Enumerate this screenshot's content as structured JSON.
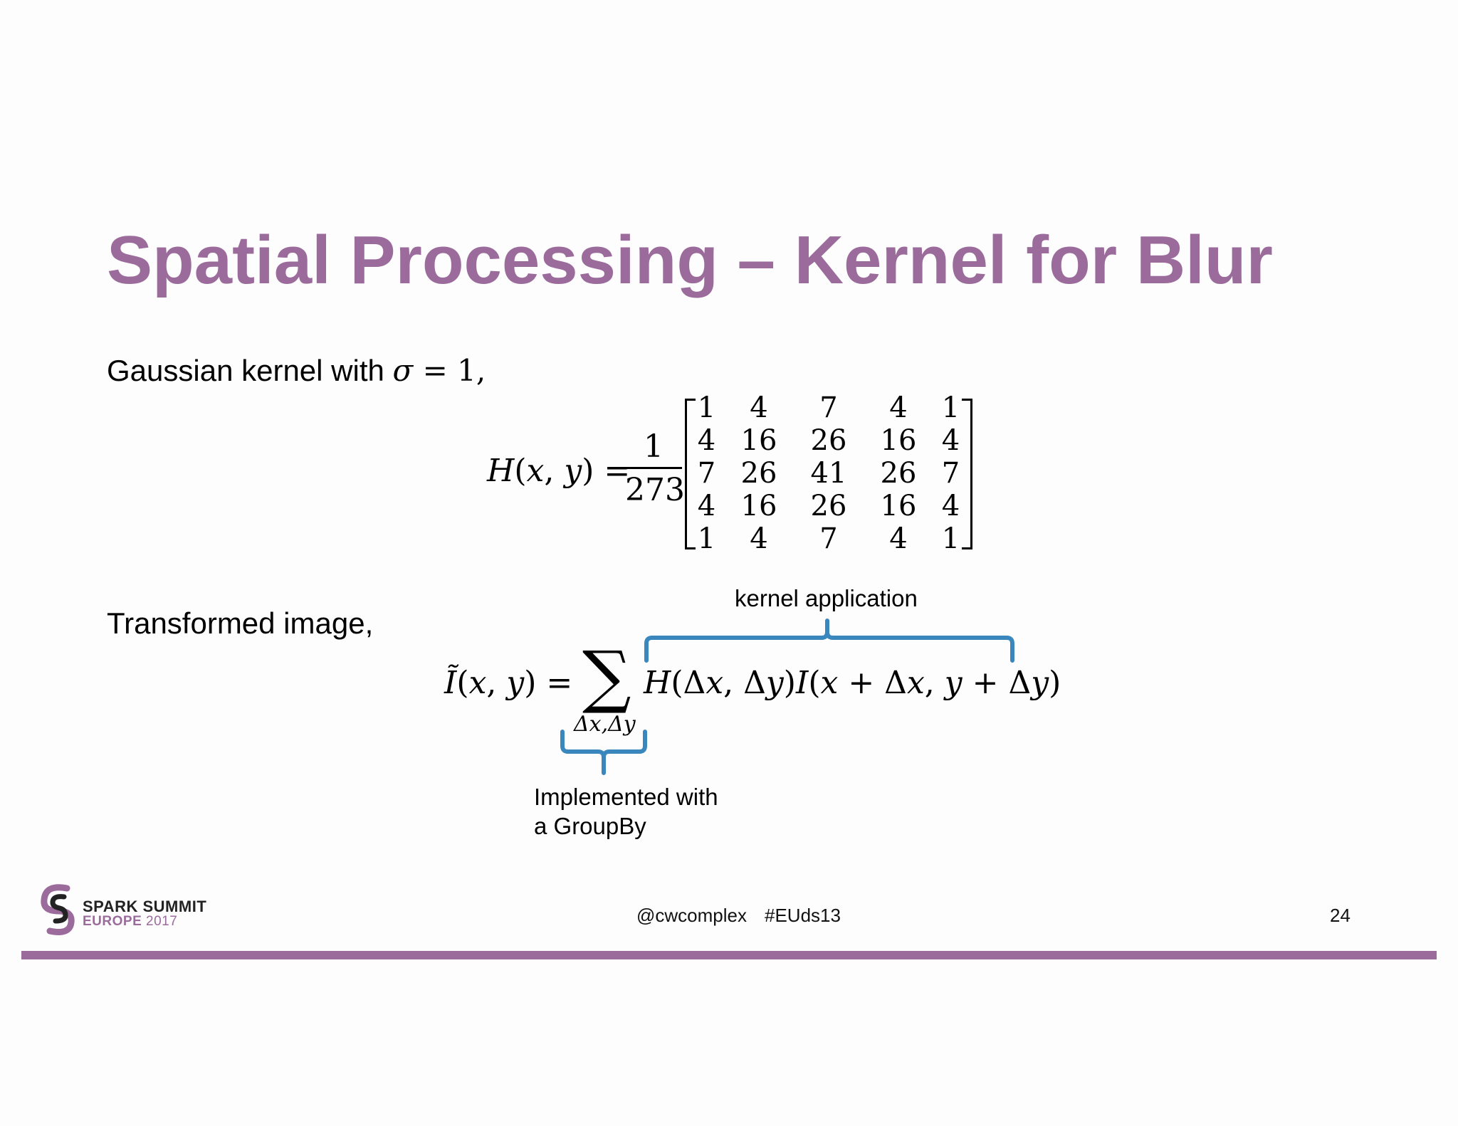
{
  "slide": {
    "title": "Spatial Processing – Kernel for Blur",
    "intro_text": "Gaussian kernel with",
    "sigma_expr": "= 1,",
    "kernel_lhs": "= ",
    "kernel_numerator": "1",
    "kernel_denominator": "273",
    "kernel_matrix": [
      [
        "1",
        "4",
        "7",
        "4",
        "1"
      ],
      [
        "4",
        "16",
        "26",
        "16",
        "4"
      ],
      [
        "7",
        "26",
        "41",
        "26",
        "7"
      ],
      [
        "4",
        "16",
        "26",
        "16",
        "4"
      ],
      [
        "1",
        "4",
        "7",
        "4",
        "1"
      ]
    ],
    "transformed_text": "Transformed image,",
    "sum_subscript": "Δx,Δy",
    "kernel_application_label": "kernel application",
    "groupby_label_line1": "Implemented with",
    "groupby_label_line2": "a GroupBy",
    "accent_color": "#9b6b9c",
    "brace_color": "#3a87bd"
  },
  "footer": {
    "logo_line1": "SPARK SUMMIT",
    "logo_line2_bold": "EUROPE",
    "logo_line2_year": " 2017",
    "handle": "@cwcomplex",
    "hashtag": "#EUds13",
    "page_number": "24"
  }
}
